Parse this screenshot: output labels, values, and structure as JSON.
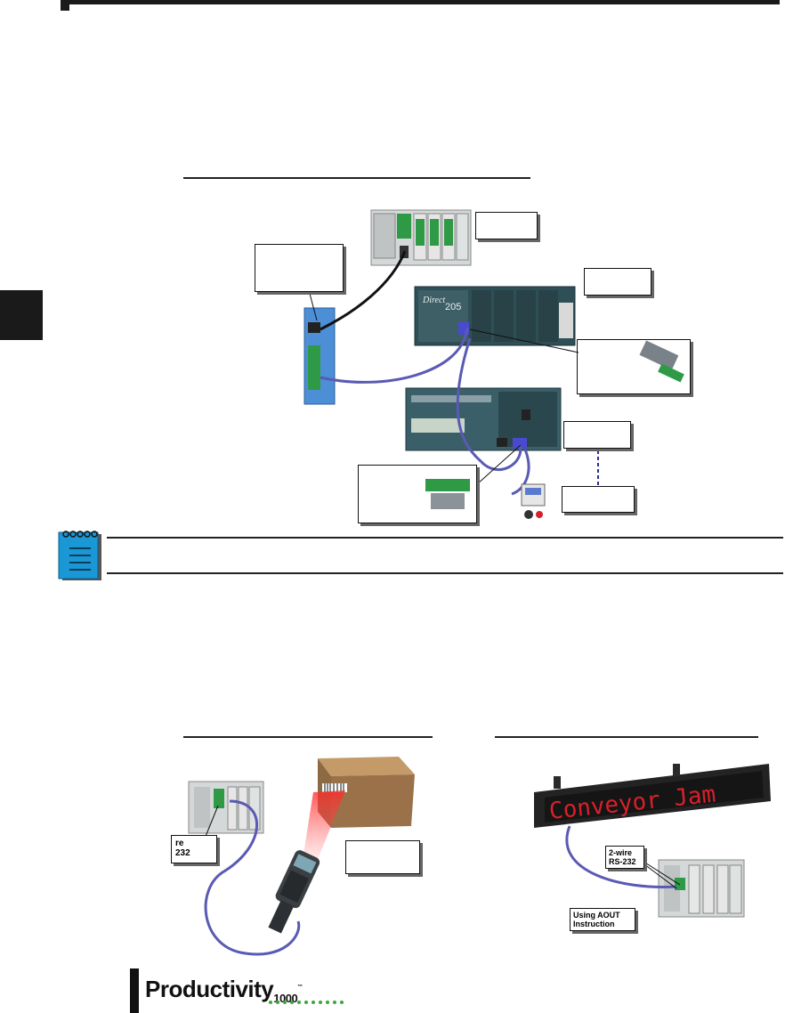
{
  "labels": {
    "scanner_wire": "re\n232",
    "sign_wire": "2-wire\nRS-232",
    "aout": "Using AOUT\nInstruction",
    "sign_text": "Conveyor Jam"
  },
  "footer": {
    "logo_main": "Productivity",
    "logo_sub": "1000",
    "logo_tm": "™"
  },
  "colors": {
    "cable_blue": "#5a5ab4",
    "cable_black": "#111111",
    "led_red": "#d8202a",
    "box_brown": "#9a7148",
    "dots_green": "#3aa83a"
  }
}
